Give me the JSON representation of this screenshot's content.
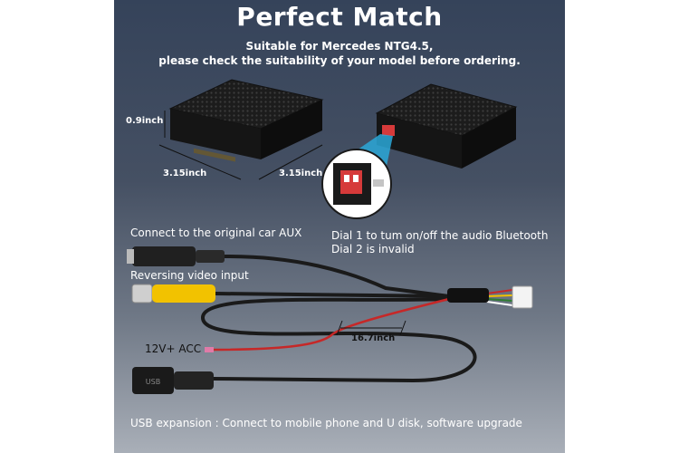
{
  "title": "Perfect Match",
  "subtitle_line1": "Suitable for Mercedes NTG4.5,",
  "subtitle_line2": "please check the suitability of your model before ordering.",
  "dimensions": {
    "height": "0.9inch",
    "width": "3.15inch",
    "depth": "3.15inch",
    "cable_length": "16.7inch"
  },
  "labels": {
    "aux": "Connect to the original car AUX",
    "dial_line1": "Dial 1 to tum on/off the audio Bluetooth",
    "dial_line2": "Dial 2 is invalid",
    "reversing": "Reversing video input",
    "power": "12V+ ACC",
    "usb": "USB expansion : Connect to mobile phone and U disk, software upgrade"
  },
  "colors": {
    "panel_top": "#35435a",
    "panel_bottom": "#a9afb8",
    "rca_yellow": "#f2c200",
    "dip_switch_red": "#d63a3a"
  },
  "icons": [
    "device-box",
    "dip-switch",
    "aux-plug",
    "rca-plug",
    "usb-connector",
    "wire-harness-connector"
  ]
}
